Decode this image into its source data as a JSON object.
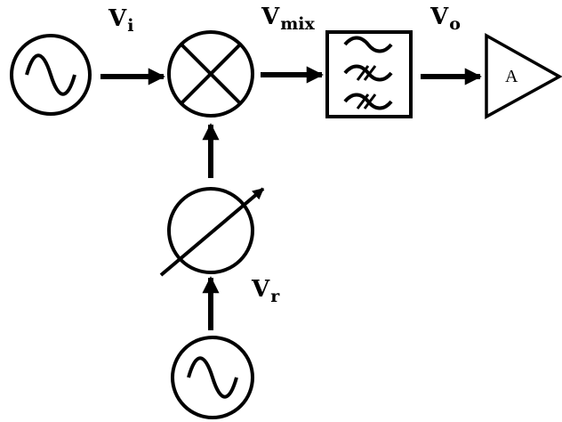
{
  "labels": {
    "vi": {
      "main": "V",
      "sub": "i"
    },
    "vmix": {
      "main": "V",
      "sub": "mix"
    },
    "vo": {
      "main": "V",
      "sub": "o"
    },
    "vr": {
      "main": "V",
      "sub": "r"
    }
  },
  "amplifier": {
    "text": "A"
  },
  "icons": [
    "sine-source-icon",
    "mixer-icon",
    "filter-icon",
    "amplifier-icon",
    "phase-shifter-icon"
  ],
  "colors": {
    "stroke": "#000000",
    "background": "#ffffff"
  }
}
